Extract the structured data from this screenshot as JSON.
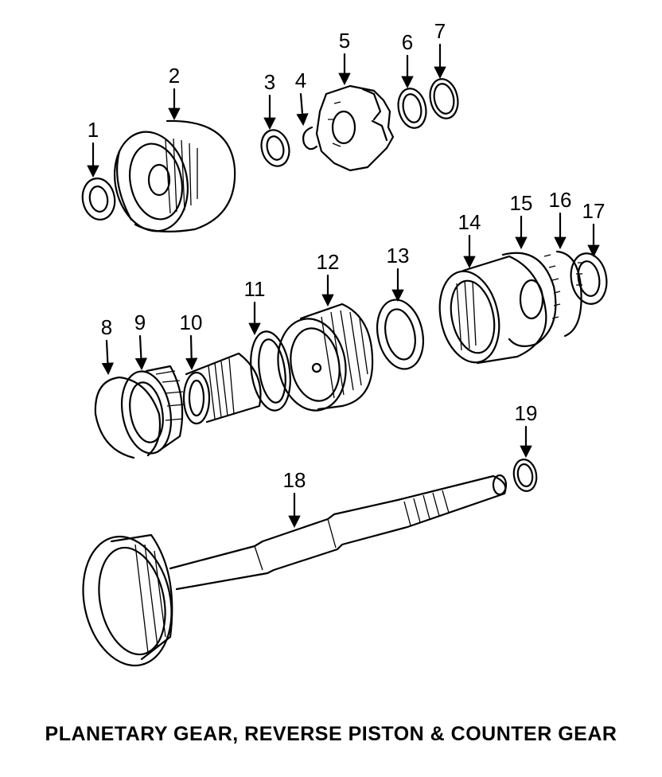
{
  "caption": "PLANETARY GEAR, REVERSE PISTON & COUNTER GEAR",
  "callouts": [
    "1",
    "2",
    "3",
    "4",
    "5",
    "6",
    "7",
    "8",
    "9",
    "10",
    "11",
    "12",
    "13",
    "14",
    "15",
    "16",
    "17",
    "18",
    "19"
  ]
}
